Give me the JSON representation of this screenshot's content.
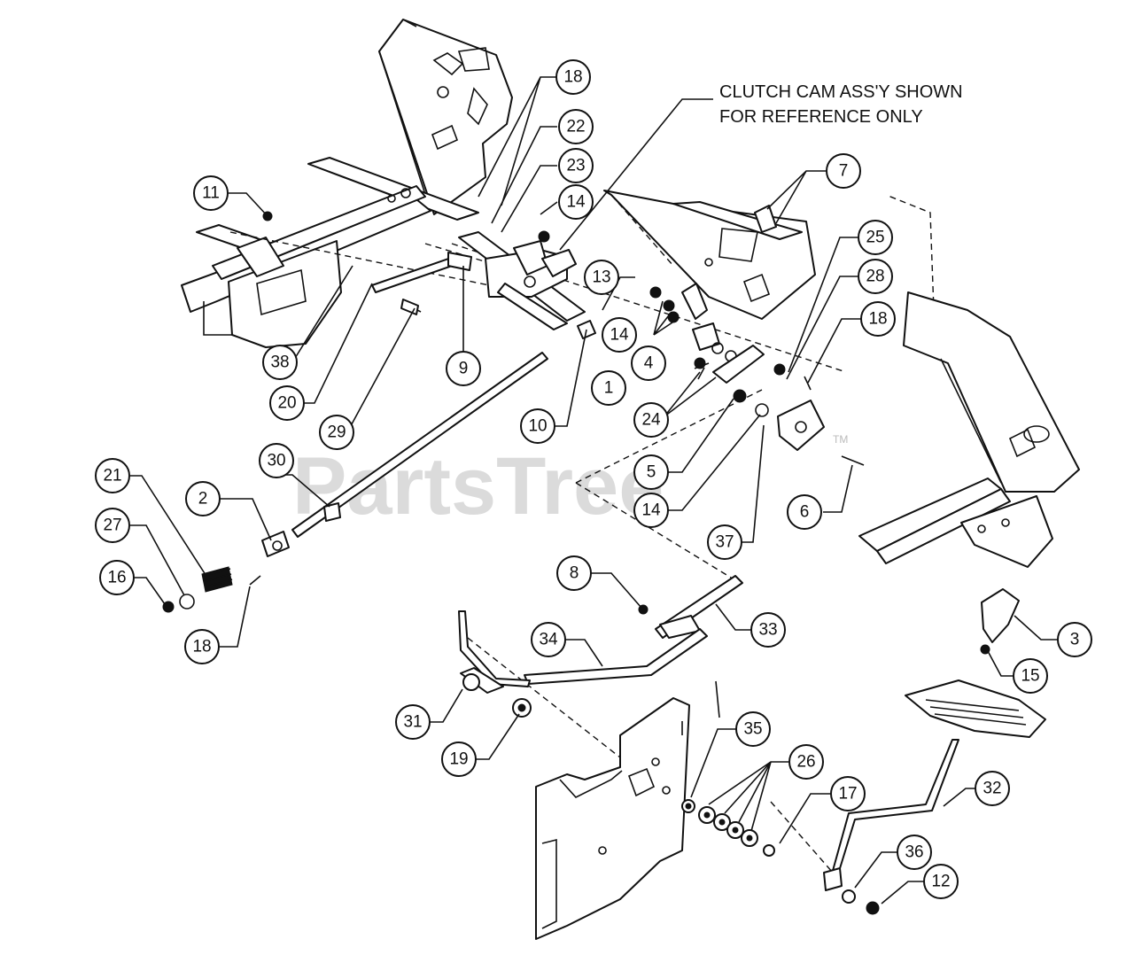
{
  "note": {
    "line1": "CLUTCH CAM ASS'Y SHOWN",
    "line2": "FOR REFERENCE ONLY"
  },
  "watermark": {
    "text": "PartsTree",
    "tm": "TM"
  },
  "callouts": {
    "c18a": "18",
    "c22": "22",
    "c23": "23",
    "c14a": "14",
    "c7": "7",
    "c11": "11",
    "c25": "25",
    "c28": "28",
    "c13": "13",
    "c18b": "18",
    "c38": "38",
    "c9": "9",
    "c14b": "14",
    "c4": "4",
    "c1": "1",
    "c20": "20",
    "c24": "24",
    "c29": "29",
    "c10": "10",
    "c5": "5",
    "c30": "30",
    "c21": "21",
    "c2": "2",
    "c6": "6",
    "c14c": "14",
    "c27": "27",
    "c37": "37",
    "c16": "16",
    "c8": "8",
    "c3": "3",
    "c34": "34",
    "c33": "33",
    "c18c": "18",
    "c15": "15",
    "c35": "35",
    "c31": "31",
    "c26": "26",
    "c17": "17",
    "c32": "32",
    "c19": "19",
    "c36": "36",
    "c12": "12"
  }
}
